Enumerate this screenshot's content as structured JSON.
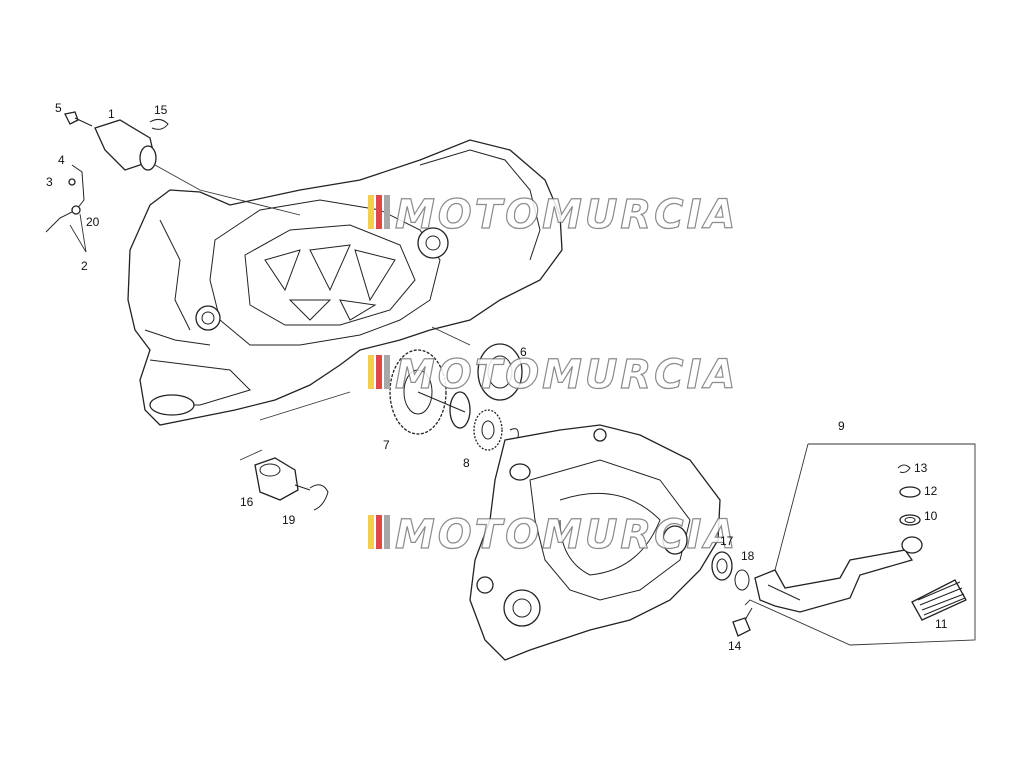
{
  "diagram": {
    "callouts": {
      "c1": "1",
      "c2": "2",
      "c3": "3",
      "c4": "4",
      "c5": "5",
      "c6": "6",
      "c7": "7",
      "c8": "8",
      "c9": "9",
      "c10": "10",
      "c11": "11",
      "c12": "12",
      "c13": "13",
      "c14": "14",
      "c15": "15",
      "c16": "16",
      "c17": "17",
      "c18": "18",
      "c19": "19",
      "c20": "20"
    },
    "watermark": {
      "text": "MOTOMURCIA",
      "stripe_colors": [
        "#f2d04b",
        "#e04848",
        "#a8a8a8"
      ]
    }
  }
}
